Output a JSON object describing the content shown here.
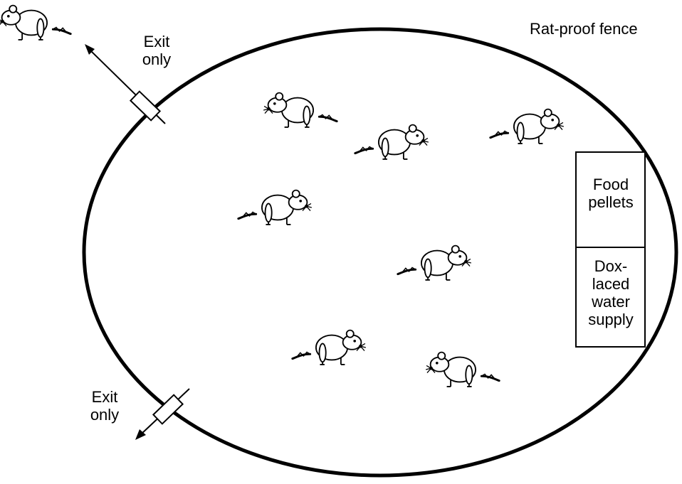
{
  "fence": {
    "label": "Rat-proof fence"
  },
  "exits": {
    "top": {
      "line1": "Exit",
      "line2": "only"
    },
    "bottom": {
      "line1": "Exit",
      "line2": "only"
    }
  },
  "supply_box": {
    "food": {
      "line1": "Food",
      "line2": "pellets"
    },
    "water": {
      "line1": "Dox-",
      "line2": "laced",
      "line3": "water",
      "line4": "supply"
    }
  },
  "rats": {
    "inside_count": 7,
    "outside_count": 1
  }
}
